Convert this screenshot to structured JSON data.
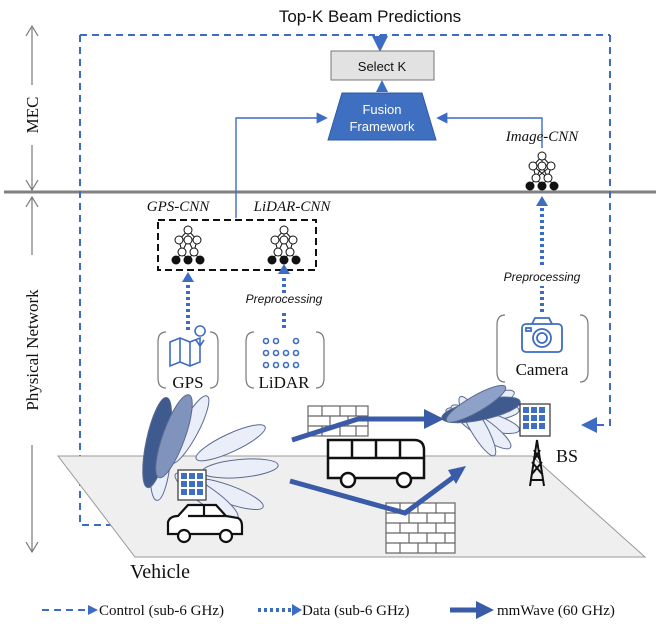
{
  "title": "Top-K Beam Predictions",
  "layers": {
    "mec": "MEC",
    "physical": "Physical Network"
  },
  "mec": {
    "select_k": "Select K",
    "fusion_line1": "Fusion",
    "fusion_line2": "Framework",
    "image_cnn": "Image-CNN"
  },
  "sensors": {
    "gps_cnn": "GPS-CNN",
    "lidar_cnn": "LiDAR-CNN",
    "preprocessing_lidar": "Preprocessing",
    "preprocessing_camera": "Preprocessing",
    "gps": "GPS",
    "lidar": "LiDAR",
    "camera": "Camera"
  },
  "scene": {
    "vehicle": "Vehicle",
    "bs": "BS"
  },
  "legend": {
    "control": "Control (sub-6 GHz)",
    "data": "Data (sub-6 GHz)",
    "mmwave": "mmWave (60 GHz)"
  },
  "colors": {
    "accent": "#3d6cc4",
    "fusion_fill": "#3f6fc0",
    "divider": "#808080",
    "ground": "#efefef"
  }
}
